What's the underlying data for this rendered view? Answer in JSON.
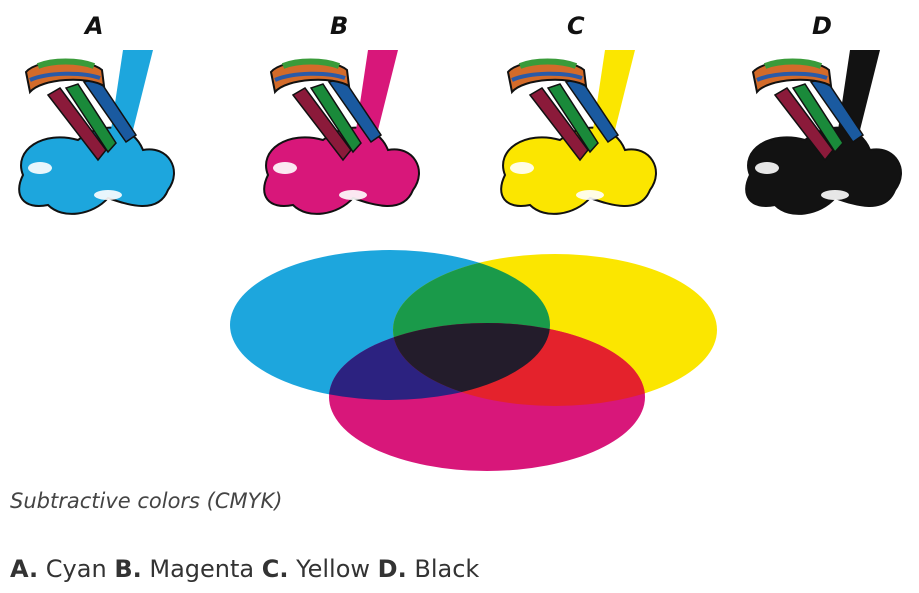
{
  "panels": [
    {
      "letter": "A",
      "color": "#1da6dd"
    },
    {
      "letter": "B",
      "color": "#d8177a"
    },
    {
      "letter": "C",
      "color": "#fbe600"
    },
    {
      "letter": "D",
      "color": "#121212"
    }
  ],
  "venn": {
    "circles": [
      {
        "name": "cyan",
        "color": "#1da6dd"
      },
      {
        "name": "yellow",
        "color": "#fbe600"
      },
      {
        "name": "magenta",
        "color": "#d8177a"
      }
    ],
    "overlaps": {
      "cyan_yellow": "#1a9a4a",
      "yellow_magenta": "#e4222c",
      "cyan_magenta": "#2c2280",
      "all": "#231c2b"
    }
  },
  "caption": "Subtractive colors (CMYK)",
  "legend": [
    {
      "key": "A.",
      "label": "Cyan"
    },
    {
      "key": "B.",
      "label": "Magenta"
    },
    {
      "key": "C.",
      "label": "Yellow"
    },
    {
      "key": "D.",
      "label": "Black"
    }
  ]
}
